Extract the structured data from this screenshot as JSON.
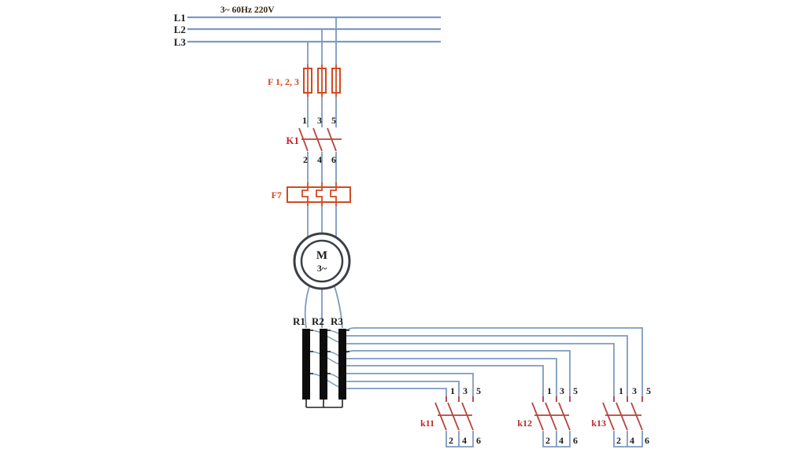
{
  "title": "3~ 60Hz 220V",
  "supply": {
    "lines": [
      "L1",
      "L2",
      "L3"
    ]
  },
  "fuses": {
    "label": "F 1, 2, 3"
  },
  "k1": {
    "label": "K1",
    "top": [
      "1",
      "3",
      "5"
    ],
    "bottom": [
      "2",
      "4",
      "6"
    ]
  },
  "overload": {
    "label": "F7"
  },
  "motor": {
    "letter": "M",
    "phase": "3~"
  },
  "resistors": {
    "labels": [
      "R1",
      "R2",
      "R3"
    ]
  },
  "contactors": [
    {
      "label": "k11",
      "top": [
        "1",
        "3",
        "5"
      ],
      "bottom": [
        "2",
        "4",
        "6"
      ]
    },
    {
      "label": "k12",
      "top": [
        "1",
        "3",
        "5"
      ],
      "bottom": [
        "2",
        "4",
        "6"
      ]
    },
    {
      "label": "k13",
      "top": [
        "1",
        "3",
        "5"
      ],
      "bottom": [
        "2",
        "4",
        "6"
      ]
    }
  ],
  "colors": {
    "wire_blue": "#7d9bc1",
    "component_orange": "#d14a21",
    "contact_red": "#b8463e",
    "label_red": "#c0282e",
    "text_black": "#1c1c1c",
    "title_dark": "#3a2817",
    "motor_gray": "#3b4046",
    "resistor_black": "#0d0d0d"
  }
}
